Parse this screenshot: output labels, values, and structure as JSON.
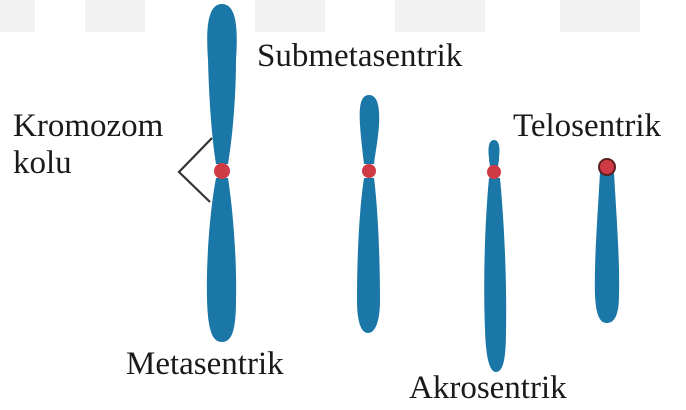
{
  "labels": {
    "arm_line1": "Kromozom",
    "arm_line2": "kolu",
    "metacentric": "Metasentrik",
    "submetacentric": "Submetasentrik",
    "acrocentric": "Akrosentrik",
    "telocentric": "Telosentrik"
  },
  "colors": {
    "chromatid": "#1a77a8",
    "centromere": "#d03a45",
    "pointer": "#333333",
    "text": "#1a1a1a"
  }
}
